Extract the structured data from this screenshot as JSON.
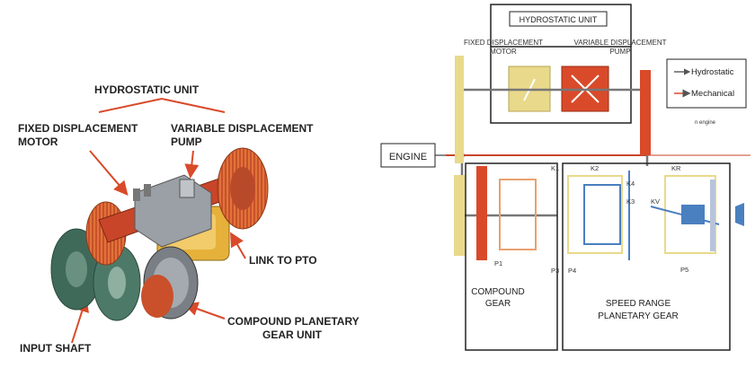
{
  "left_figure": {
    "hydrostatic_unit": "HYDROSTATIC UNIT",
    "fixed_motor_line1": "FIXED DISPLACEMENT",
    "fixed_motor_line2": "MOTOR",
    "variable_pump_line1": "VARIABLE DISPLACEMENT",
    "variable_pump_line2": "PUMP",
    "link_to_pto": "LINK TO PTO",
    "compound_line1": "COMPOUND PLANETARY",
    "compound_line2": "GEAR UNIT",
    "input_shaft": "INPUT SHAFT"
  },
  "right_figure": {
    "hydrostatic_unit": "HYDROSTATIC UNIT",
    "fixed_motor_line1": "FIXED DISPLACEMENT",
    "fixed_motor_line2": "MOTOR",
    "variable_pump_line1": "VARIABLE DISPLACEMENT",
    "variable_pump_line2": "PUMP",
    "legend_hydrostatic": "Hydrostatic",
    "legend_mechanical": "Mechanical",
    "n_engine": "n engine",
    "engine": "ENGINE",
    "k1": "K1",
    "k2": "K2",
    "k3": "K3",
    "k4": "K4",
    "kr": "KR",
    "kv": "KV",
    "p1": "P1",
    "p3": "P3",
    "p4": "P4",
    "p5": "P5",
    "compound_line1": "COMPOUND",
    "compound_line2": "GEAR",
    "speed_range_line1": "SPEED RANGE",
    "speed_range_line2": "PLANETARY GEAR"
  },
  "colors": {
    "hydrostatic_red": "#d94a2a",
    "gear_orange": "#e06a2a",
    "yellow": "#e9d98a",
    "blue": "#4a7fc0",
    "dark_green": "#3f6a5a"
  }
}
